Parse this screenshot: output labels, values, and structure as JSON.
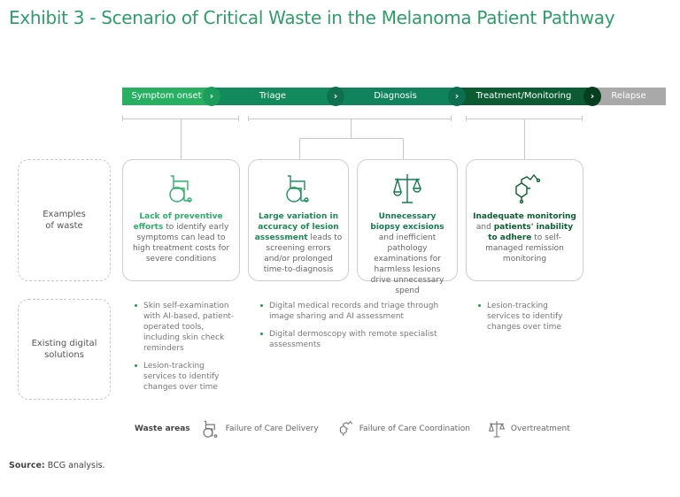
{
  "title": "Exhibit 3 - Scenario of Critical Waste in the Melanoma Patient Pathway",
  "stages": [
    {
      "label": "Symptom onset",
      "color": "#27b062"
    },
    {
      "label": "Triage",
      "color": "#138a5e"
    },
    {
      "label": "Diagnosis",
      "color": "#10835d"
    },
    {
      "label": "Treatment/Monitoring",
      "color": "#0b5c32"
    },
    {
      "label": "Relapse",
      "color": "#a9a9a9"
    }
  ],
  "rows": {
    "waste": "Examples of waste",
    "solutions": "Existing digital solutions"
  },
  "cards": [
    {
      "bold1": "Lack of preventive efforts",
      "text1": " to identify early symptoms can lead to high treatment costs for severe conditions",
      "icon": "wheelchair-icon"
    },
    {
      "bold1": "Large variation in accuracy of lesion assessment",
      "text1": " leads to screening errors and/or prolonged time-to-diagnosis",
      "icon": "wheelchair-icon"
    },
    {
      "bold1": "Unnecessary biopsy excisions",
      "text1": " and inefficient pathology examinations for harmless lesions drive unnecessary spend",
      "icon": "scale-icon"
    },
    {
      "bold1": "Inadequate monitoring",
      "text1": " and ",
      "bold2": "patients' inability to adhere",
      "text2": " to self-managed remission monitoring",
      "icon": "molecule-icon"
    }
  ],
  "solutions": [
    [
      "Skin self-examination with AI-based, patient-operated tools, including skin check reminders",
      "Lesion-tracking services to identify changes over time"
    ],
    [
      "Digital medical records and triage through image sharing and AI assessment",
      "Digital dermoscopy with remote specialist assessments"
    ],
    [
      "Lesion-tracking services to identify changes over time"
    ]
  ],
  "legend": {
    "label": "Waste areas",
    "items": [
      "Failure of Care Delivery",
      "Failure of Care Coordination",
      "Overtreatment"
    ]
  },
  "source": {
    "label": "Source:",
    "text": " BCG analysis."
  }
}
